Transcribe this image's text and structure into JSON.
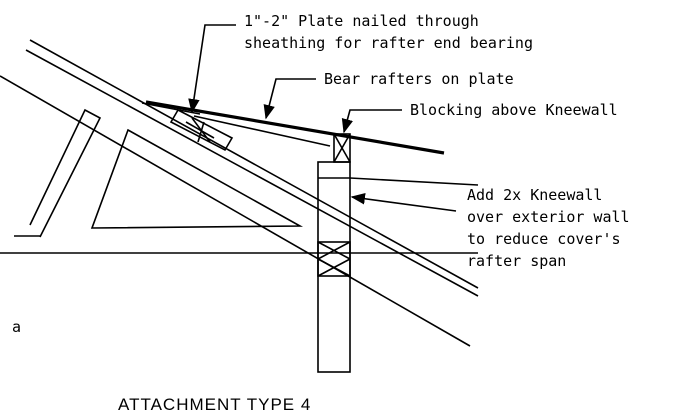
{
  "callouts": {
    "plate": [
      "1\"-2\" Plate nailed through",
      "sheathing for rafter end bearing"
    ],
    "bear": "Bear rafters on plate",
    "blocking": "Blocking above Kneewall",
    "kneewall": [
      "Add 2x  Kneewall",
      "over exterior wall",
      "to reduce cover's",
      "rafter span"
    ]
  },
  "marker": "a",
  "title": "ATTACHMENT TYPE 4"
}
